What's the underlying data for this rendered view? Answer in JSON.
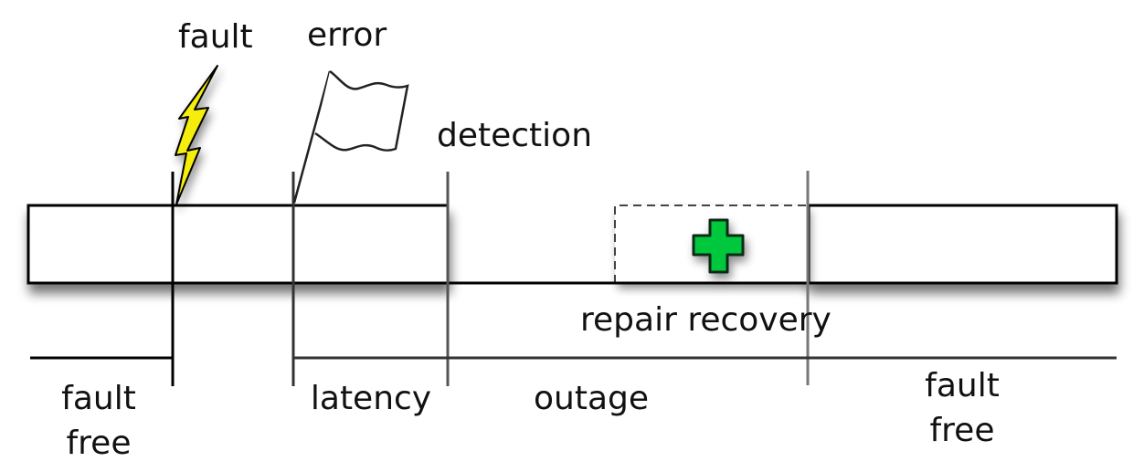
{
  "title": "Fault timeline",
  "events": {
    "fault": "fault",
    "error": "error",
    "detection": "detection"
  },
  "phases": {
    "fault_free_start": [
      "fault",
      "free"
    ],
    "latency": "latency",
    "outage": "outage",
    "repair_recovery": "repair recovery",
    "fault_free_end": [
      "fault",
      "free"
    ]
  },
  "icons": {
    "fault": "lightning-bolt",
    "error": "flag",
    "repair": "green-plus-cross"
  },
  "colors": {
    "bolt": "#f5ee10",
    "cross": "#00c83c",
    "stroke": "#000000"
  }
}
